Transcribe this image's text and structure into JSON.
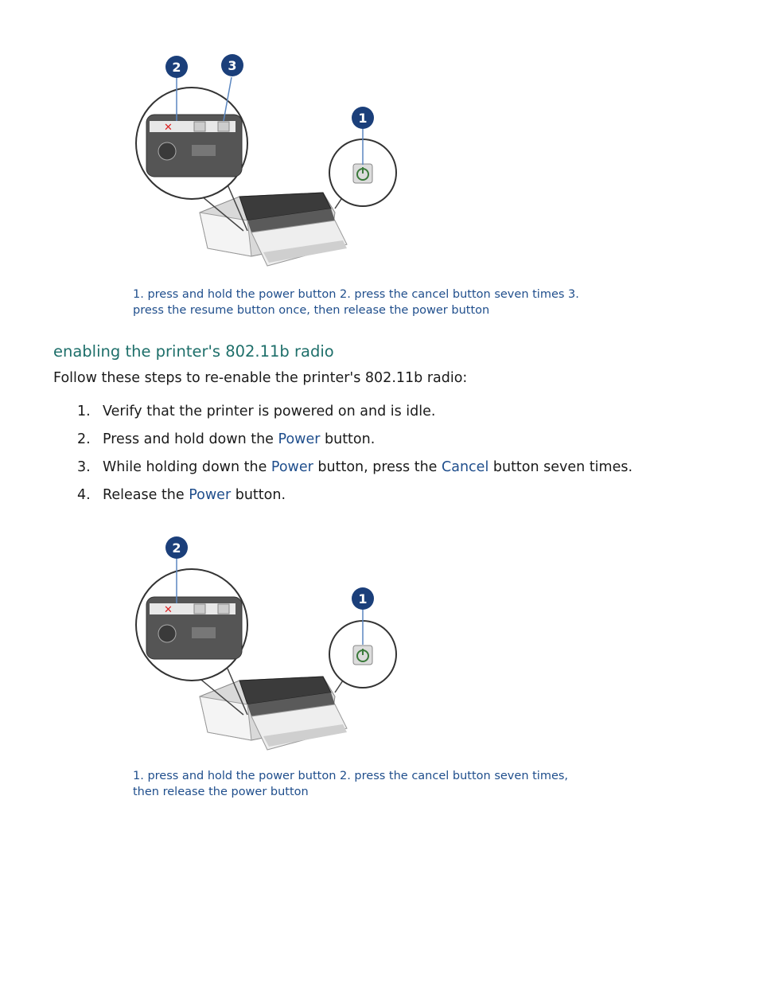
{
  "figure1": {
    "callouts": [
      "1",
      "2",
      "3"
    ],
    "caption_line1": "1. press and hold the power button 2. press the cancel button seven times 3.",
    "caption_line2": "press the resume button once, then release the power button"
  },
  "section": {
    "heading": "enabling the printer's 802.11b radio",
    "intro": "Follow these steps to re-enable the printer's 802.11b radio:",
    "steps": [
      {
        "num": "1.",
        "parts": [
          "Verify that the printer is powered on and is idle."
        ]
      },
      {
        "num": "2.",
        "pre": "Press and hold down the ",
        "kw1": "Power",
        "post": " button."
      },
      {
        "num": "3.",
        "pre": "While holding down the ",
        "kw1": "Power",
        "mid": " button, press the ",
        "kw2": "Cancel",
        "post": " button seven times."
      },
      {
        "num": "4.",
        "pre": "Release the ",
        "kw1": "Power",
        "post": " button."
      }
    ]
  },
  "figure2": {
    "callouts": [
      "1",
      "2"
    ],
    "caption_line1": "1. press and hold the power button 2. press the cancel button seven times,",
    "caption_line2": "then release the power button"
  },
  "colors": {
    "callout_blue": "#1b3f7a",
    "caption_blue": "#1f4e8c",
    "heading_teal": "#1e6f6a"
  }
}
